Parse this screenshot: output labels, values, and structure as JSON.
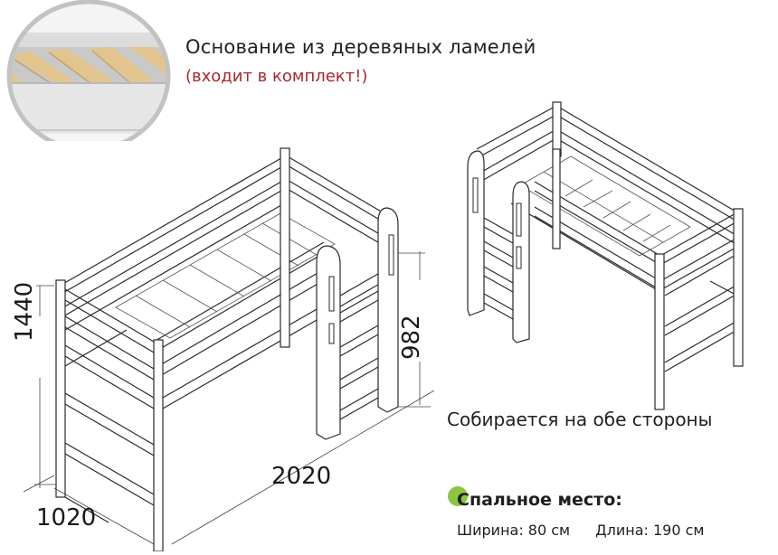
{
  "header": {
    "title": "Основание из деревяных ламелей",
    "subtitle": "(входит в комплект!)",
    "subtitle_color": "#a8282c"
  },
  "slat_image": {
    "icon": "slat-base-closeup-icon",
    "description": "Wooden slat base close-up in a circular frame"
  },
  "main_drawing": {
    "icon": "loft-bed-isometric-icon",
    "dimensions": {
      "height": "1440",
      "ladder_height": "982",
      "length": "2020",
      "width": "1020"
    }
  },
  "alt_drawing": {
    "icon": "loft-bed-mirrored-icon",
    "caption": "Собирается на обе стороны"
  },
  "sleeping_area": {
    "heading": "Спальное место:",
    "bullet_color": "#8cc63f",
    "width_label": "Ширина: 80 см",
    "length_label": "Длина: 190 см"
  }
}
